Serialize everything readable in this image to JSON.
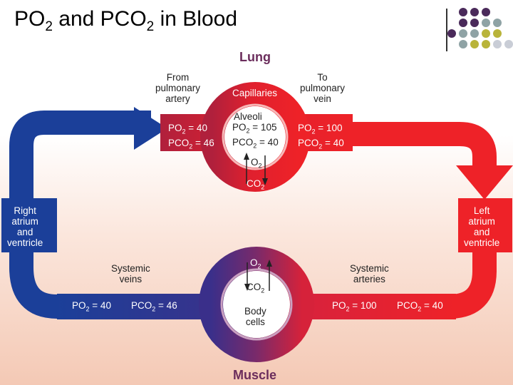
{
  "title": {
    "main": "PO",
    "sub": "2",
    "mid": " and PCO",
    "sub2": "2",
    "tail": " in Blood"
  },
  "lung": "Lung",
  "muscle": "Muscle",
  "capillaries": "Capillaries",
  "from_art": [
    "From",
    "pulmonary",
    "artery"
  ],
  "to_vein": [
    "To",
    "pulmonary",
    "vein"
  ],
  "alveoli": "Alveoli",
  "alv_po2": "= 105",
  "alv_pco2": "= 40",
  "lung_in_po2": "= 40",
  "lung_in_pco2": "= 46",
  "lung_out_po2": "= 100",
  "lung_out_pco2": "= 40",
  "o2": "O",
  "co2": "CO",
  "right_heart": [
    "Right",
    "atrium",
    "and",
    "ventricle"
  ],
  "left_heart": [
    "Left",
    "atrium",
    "and",
    "ventricle"
  ],
  "sys_veins": [
    "Systemic",
    "veins"
  ],
  "sys_arteries": [
    "Systemic",
    "arteries"
  ],
  "vein_po2": "= 40",
  "vein_pco2": "= 46",
  "art_po2": "= 100",
  "art_pco2": "= 40",
  "body_cells": [
    "Body",
    "cells"
  ],
  "colors": {
    "blue": "#1b3f99",
    "red": "#e8202a",
    "purple": "#6a2a6e"
  }
}
